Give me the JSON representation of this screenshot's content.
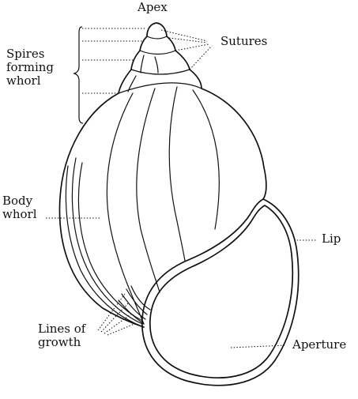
{
  "labels": {
    "apex": "Apex",
    "sutures": "Sutures",
    "spires_forming_whorl": "Spires\nforming\nwhorl",
    "body_whorl": "Body\nwhorl",
    "lip": "Lip",
    "lines_of_growth": "Lines of\ngrowth",
    "aperture": "Aperture"
  },
  "colors": {
    "ink": "#111111",
    "background": "#ffffff"
  }
}
